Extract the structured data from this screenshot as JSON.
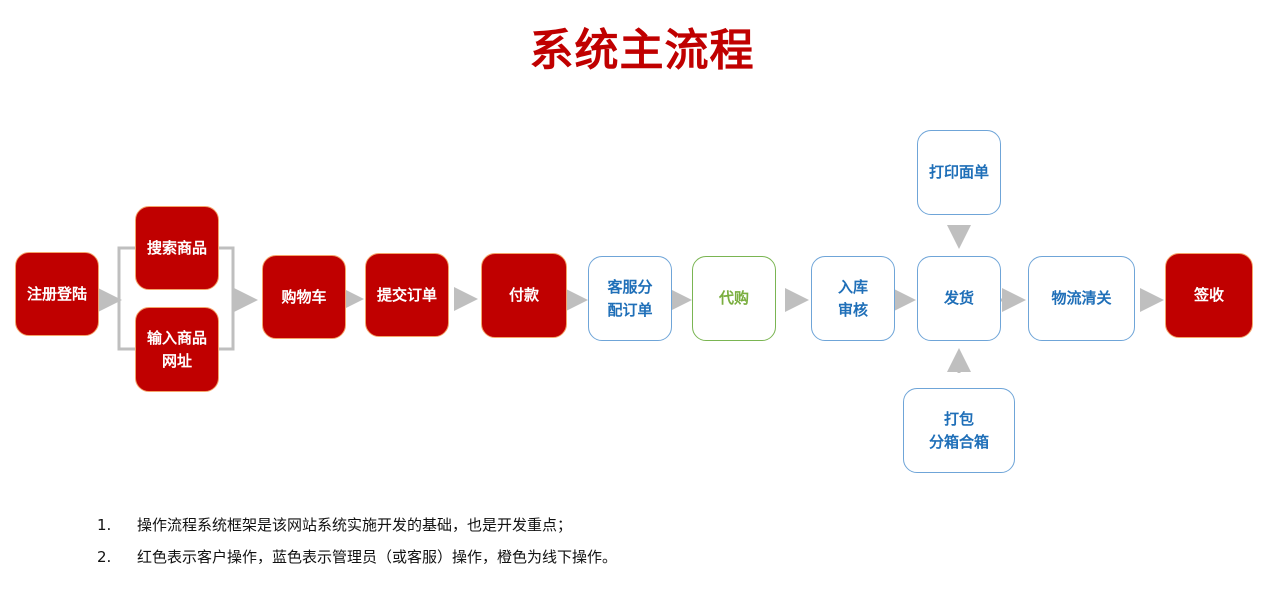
{
  "title": "系统主流程",
  "nodes": {
    "register": "注册登陆",
    "search": "搜索商品",
    "input_url": "输入商品\n网址",
    "cart": "购物车",
    "submit_order": "提交订单",
    "pay": "付款",
    "assign_order": "客服分\n配订单",
    "proxy_buy": "代购",
    "warehouse_check": "入库\n审核",
    "print_label": "打印面单",
    "ship": "发货",
    "pack": "打包\n分箱合箱",
    "logistics": "物流清关",
    "receive": "签收"
  },
  "notes": [
    {
      "num": "1.",
      "text": "操作流程系统框架是该网站系统实施开发的基础，也是开发重点；"
    },
    {
      "num": "2.",
      "text": "红色表示客户操作，蓝色表示管理员（或客服）操作，橙色为线下操作。"
    }
  ],
  "colors": {
    "customer": "#c00000",
    "admin": "#1f6fb8",
    "proxy": "#7aae3f",
    "arrow": "#bfbfbf"
  }
}
